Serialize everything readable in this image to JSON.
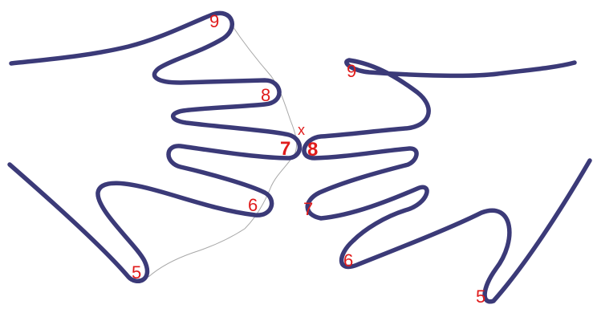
{
  "colors": {
    "outline": "#3b3a78",
    "numbers": "#e01b1b",
    "fold_line": "#a8a8a8"
  },
  "left_hand": {
    "labels": {
      "finger_9": "9",
      "finger_8": "8",
      "finger_7": "7",
      "finger_6": "6",
      "finger_5": "5"
    }
  },
  "right_hand": {
    "labels": {
      "finger_9": "9",
      "finger_8": "8",
      "finger_7": "7",
      "finger_6": "6",
      "finger_5": "5"
    }
  },
  "center_mark": "x"
}
